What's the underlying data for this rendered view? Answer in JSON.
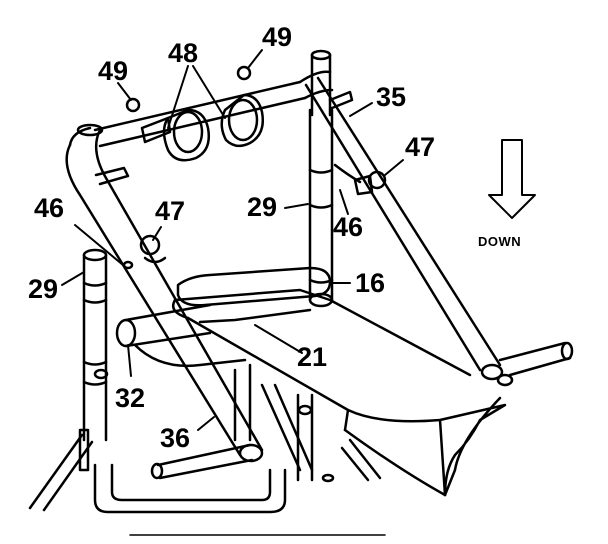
{
  "labels": {
    "c49_left": "49",
    "c48": "48",
    "c49_right": "49",
    "c35": "35",
    "c47_right": "47",
    "c46_left": "46",
    "c47_left": "47",
    "c29_center": "29",
    "c46_center": "46",
    "c29_left": "29",
    "c16": "16",
    "c21": "21",
    "c32": "32",
    "c36": "36"
  },
  "direction_indicator": {
    "label": "DOWN",
    "icon": "down-arrow-icon"
  },
  "colors": {
    "ink": "#000000",
    "paper": "#ffffff",
    "shade": "#bdbdbd"
  }
}
